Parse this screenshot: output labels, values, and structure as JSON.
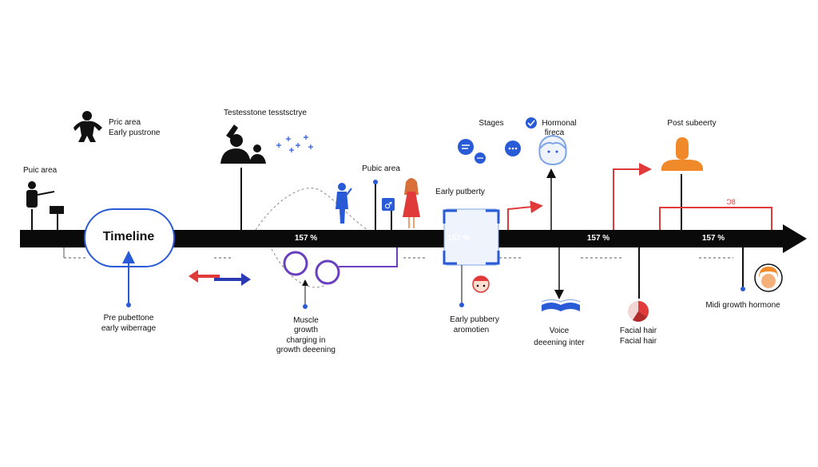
{
  "timeline": {
    "title": "Timeline",
    "pct_1": "157 %",
    "pct_2": "157 %",
    "pct_3": "157 %",
    "pct_4": "157 %"
  },
  "labels": {
    "pric_area": "Pric area",
    "early_pustrone": "Early pustrone",
    "puic_area": "Puic area",
    "testosterone": "Testesstone tesstsctrye",
    "pubic_area": "Pubic area",
    "stages": "Stages",
    "hormonal": "Hormonal",
    "fireca": "fireca",
    "early_putberty": "Early putberty",
    "post_subeerty": "Post subeerty",
    "post_marker": "Ͻ8",
    "pre_pubettone": "Pre pubettone",
    "early_wiberrage": "early wiberrage",
    "muscle": "Muscle",
    "growth": "growth",
    "charging_in": "charging in",
    "growth_deeening": "growth deeening",
    "early_pubbery": "Early pubbery",
    "aromotien": "aromotien",
    "voice": "Voice",
    "deeening_inter": "deeening inter",
    "facial_hair_bold": "Facial hair",
    "facial_hair": "Facial hair",
    "midi_growth": "Midi growth hormone"
  },
  "colors": {
    "axis": "#0a0a0a",
    "blue": "#2a5bd7",
    "light_blue": "#7ea3e6",
    "red": "#e03a3a",
    "purple": "#6a3fc0",
    "orange": "#f0892a",
    "gray_dash": "#9a9a9a"
  }
}
